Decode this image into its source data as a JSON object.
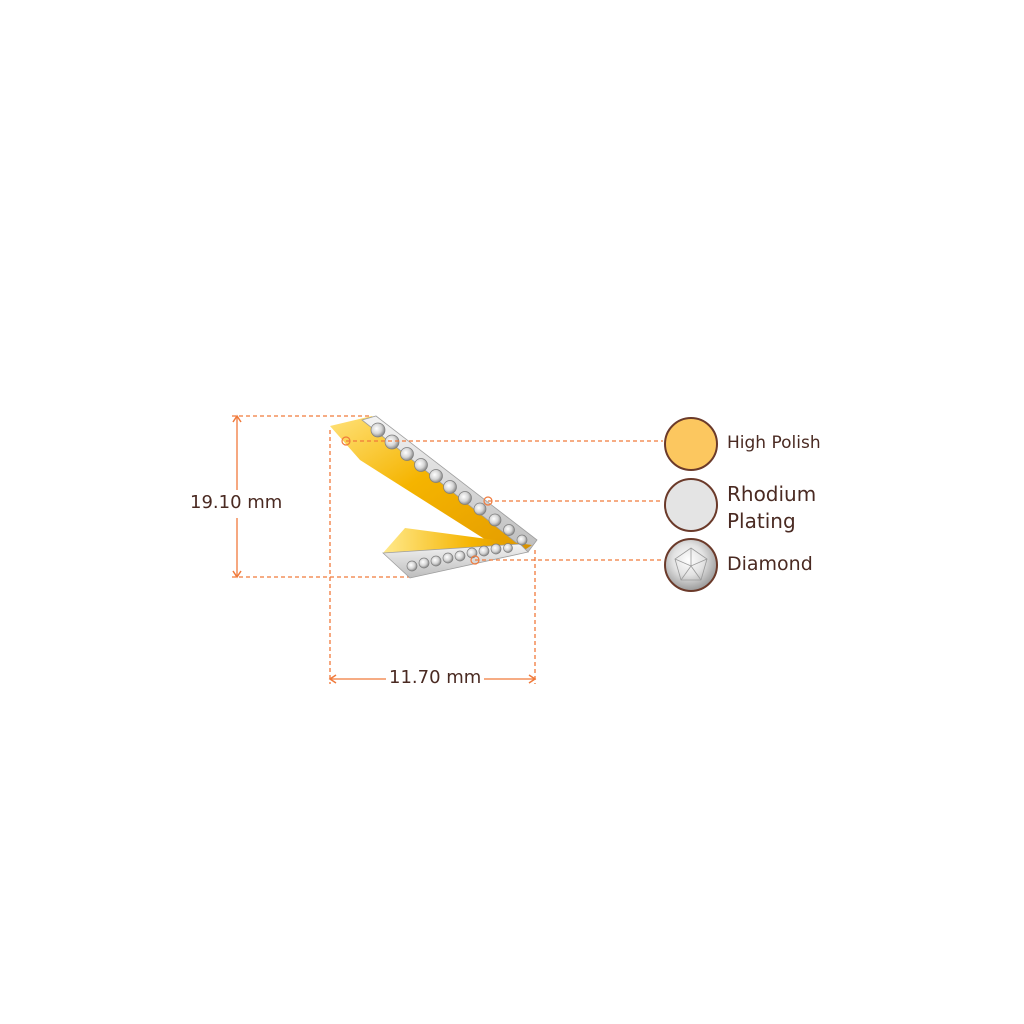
{
  "dimensions": {
    "height": "19.10 mm",
    "width": "11.70 mm"
  },
  "legend": [
    {
      "label": "High Polish",
      "swatch": "#fcc75f"
    },
    {
      "label": "Rhodium Plating",
      "swatch": "#e4e4e4"
    },
    {
      "label": "Diamond",
      "swatch": "#d9d9d9"
    }
  ],
  "colors": {
    "dimension_line": "#f07a3b",
    "legend_ring": "#6b3a2a",
    "gold": "#f5b400",
    "gold_light": "#ffe27a",
    "text": "#4a2a22"
  }
}
